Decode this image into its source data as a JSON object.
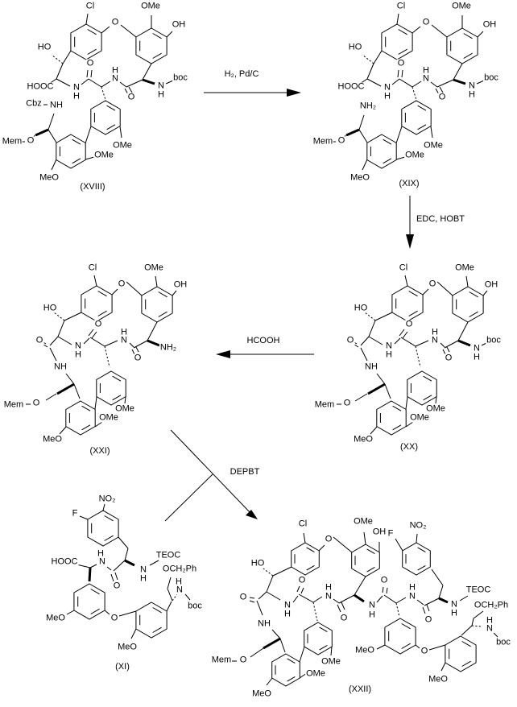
{
  "figure": {
    "background": "#ffffff",
    "ink": "#000000"
  },
  "reagents": [
    {
      "id": "h2-pdc",
      "label": "H₂, Pd/C"
    },
    {
      "id": "edc-hobt",
      "label": "EDC, HOBT"
    },
    {
      "id": "hcooh",
      "label": "HCOOH"
    },
    {
      "id": "depbt",
      "label": "DEPBT"
    }
  ],
  "compounds": [
    {
      "id": "xviii",
      "caption": "(XVIII)",
      "labels": [
        [
          "Cl",
          112,
          8
        ],
        [
          "OMe",
          187,
          8
        ],
        [
          "O",
          143,
          28
        ],
        [
          "OH",
          222,
          31
        ],
        [
          "HO",
          55,
          59
        ],
        [
          "O",
          112,
          79
        ],
        [
          "H",
          143,
          88
        ],
        [
          "N",
          143,
          98
        ],
        [
          "boc",
          224,
          97
        ],
        [
          "N",
          200,
          107
        ],
        [
          "H",
          200,
          118
        ],
        [
          "HOOC",
          50,
          108
        ],
        [
          "N",
          95,
          109
        ],
        [
          "H",
          95,
          120
        ],
        [
          "O",
          163,
          121
        ],
        [
          "Cbz",
          42,
          129
        ],
        [
          "NH",
          70,
          131
        ],
        [
          "O",
          38,
          175
        ],
        [
          "Mem",
          15,
          176
        ],
        [
          "OMe",
          152,
          181
        ],
        [
          "OMe",
          129,
          193
        ],
        [
          "MeO",
          61,
          221
        ]
      ]
    },
    {
      "id": "xix",
      "caption": "(XIX)",
      "labels": [
        [
          "Cl",
          498,
          8
        ],
        [
          "OMe",
          573,
          8
        ],
        [
          "O",
          529,
          28
        ],
        [
          "OH",
          608,
          31
        ],
        [
          "HO",
          441,
          59
        ],
        [
          "O",
          498,
          79
        ],
        [
          "H",
          529,
          88
        ],
        [
          "N",
          529,
          98
        ],
        [
          "boc",
          610,
          97
        ],
        [
          "N",
          586,
          107
        ],
        [
          "H",
          586,
          118
        ],
        [
          "HOOC",
          436,
          108
        ],
        [
          "N",
          481,
          109
        ],
        [
          "H",
          481,
          120
        ],
        [
          "O",
          549,
          121
        ],
        [
          "NH₂",
          457,
          132
        ],
        [
          "O",
          424,
          175
        ],
        [
          "Mem",
          401,
          176
        ],
        [
          "OMe",
          538,
          181
        ],
        [
          "OMe",
          515,
          193
        ],
        [
          "MeO",
          447,
          221
        ]
      ]
    },
    {
      "id": "xx",
      "caption": "(XX)",
      "labels": [
        [
          "Cl",
          501,
          333
        ],
        [
          "OMe",
          577,
          333
        ],
        [
          "O",
          537,
          353
        ],
        [
          "OH",
          610,
          354
        ],
        [
          "HO",
          448,
          383
        ],
        [
          "O",
          508,
          403
        ],
        [
          "H",
          540,
          413
        ],
        [
          "N",
          540,
          423
        ],
        [
          "O",
          435,
          423
        ],
        [
          "boc",
          613,
          423
        ],
        [
          "N",
          483,
          430
        ],
        [
          "H",
          483,
          441
        ],
        [
          "N",
          592,
          433
        ],
        [
          "H",
          592,
          444
        ],
        [
          "O",
          557,
          445
        ],
        [
          "NH",
          461,
          456
        ],
        [
          "O",
          431,
          501
        ],
        [
          "Mem",
          403,
          503
        ],
        [
          "OMe",
          541,
          508
        ],
        [
          "OMe",
          521,
          519
        ],
        [
          "MeO",
          451,
          546
        ]
      ]
    },
    {
      "id": "xxi",
      "caption": "(XXI)",
      "labels": [
        [
          "Cl",
          115,
          333
        ],
        [
          "OMe",
          191,
          333
        ],
        [
          "O",
          151,
          353
        ],
        [
          "OH",
          224,
          354
        ],
        [
          "HO",
          62,
          383
        ],
        [
          "O",
          122,
          403
        ],
        [
          "H",
          154,
          413
        ],
        [
          "N",
          154,
          423
        ],
        [
          "O",
          49,
          423
        ],
        [
          "NH₂",
          209,
          432
        ],
        [
          "N",
          97,
          430
        ],
        [
          "H",
          97,
          441
        ],
        [
          "O",
          171,
          445
        ],
        [
          "NH",
          75,
          456
        ],
        [
          "O",
          45,
          501
        ],
        [
          "Mem",
          17,
          503
        ],
        [
          "OMe",
          155,
          508
        ],
        [
          "OMe",
          135,
          519
        ],
        [
          "MeO",
          65,
          546
        ]
      ]
    },
    {
      "id": "xi",
      "caption": "(XI)",
      "labels": [
        [
          "NO₂",
          133,
          620
        ],
        [
          "F",
          93,
          638
        ],
        [
          "H",
          125,
          688
        ],
        [
          "N",
          127,
          698
        ],
        [
          "HOOC",
          80,
          698
        ],
        [
          "TEOC",
          209,
          690
        ],
        [
          "N",
          178,
          708
        ],
        [
          "H",
          178,
          719
        ],
        [
          "OCH₂Ph",
          223,
          707
        ],
        [
          "H",
          222,
          723
        ],
        [
          "N",
          223,
          733
        ],
        [
          "O",
          145,
          728
        ],
        [
          "boc",
          242,
          753
        ],
        [
          "MeO",
          69,
          768
        ],
        [
          "O",
          142,
          768
        ],
        [
          "MeO",
          158,
          804
        ]
      ]
    },
    {
      "id": "xxii",
      "caption": "(XXII)",
      "labels": [
        [
          "Cl",
          376,
          651
        ],
        [
          "O",
          408,
          670
        ],
        [
          "OMe",
          451,
          648
        ],
        [
          "OH",
          471,
          661
        ],
        [
          "F",
          485,
          663
        ],
        [
          "NO₂",
          519,
          653
        ],
        [
          "HO",
          320,
          700
        ],
        [
          "O",
          302,
          742
        ],
        [
          "O",
          375,
          721
        ],
        [
          "H",
          408,
          730
        ],
        [
          "N",
          408,
          741
        ],
        [
          "O",
          427,
          768
        ],
        [
          "N",
          462,
          752
        ],
        [
          "H",
          462,
          764
        ],
        [
          "O",
          477,
          721
        ],
        [
          "H",
          512,
          730
        ],
        [
          "N",
          512,
          741
        ],
        [
          "O",
          532,
          770
        ],
        [
          "N",
          564,
          751
        ],
        [
          "H",
          564,
          762
        ],
        [
          "TEOC",
          594,
          733
        ],
        [
          "OCH₂Ph",
          610,
          752
        ],
        [
          "H",
          608,
          771
        ],
        [
          "N",
          608,
          781
        ],
        [
          "boc",
          625,
          798
        ],
        [
          "N",
          357,
          752
        ],
        [
          "H",
          357,
          763
        ],
        [
          "NH",
          328,
          775
        ],
        [
          "O",
          302,
          820
        ],
        [
          "Mem",
          275,
          820
        ],
        [
          "MeO",
          325,
          862
        ],
        [
          "OMe",
          411,
          822
        ],
        [
          "OMe",
          392,
          837
        ],
        [
          "MeO",
          453,
          808
        ],
        [
          "O",
          527,
          809
        ],
        [
          "MeO",
          544,
          844
        ]
      ]
    }
  ]
}
